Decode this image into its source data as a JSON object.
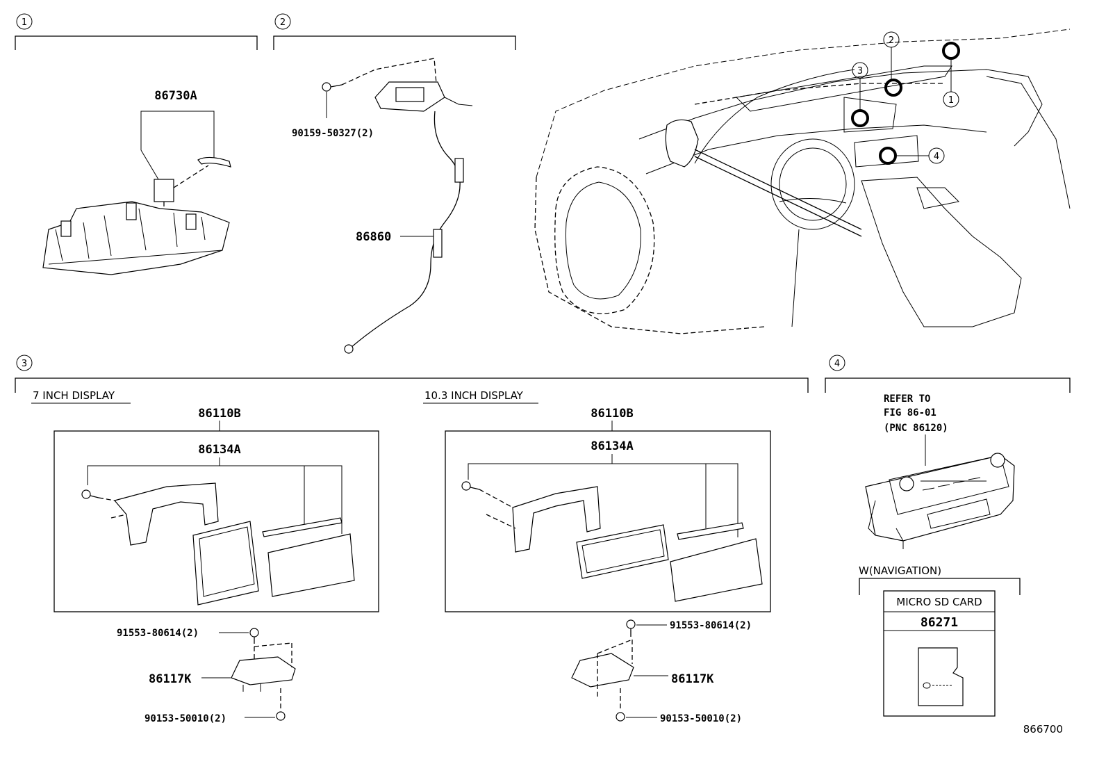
{
  "sections": {
    "s1": {
      "num": "1",
      "parts": {
        "p86730A": "86730A"
      }
    },
    "s2": {
      "num": "2",
      "parts": {
        "screw": "90159-50327(2)",
        "cable": "86860"
      }
    },
    "s3": {
      "num": "3",
      "left": {
        "subtitle": "7 INCH DISPLAY",
        "assembly": "86110B",
        "subassembly": "86134A",
        "screw_top": "91553-80614(2)",
        "bracket": "86117K",
        "screw_bottom": "90153-50010(2)"
      },
      "right": {
        "subtitle": "10.3 INCH DISPLAY",
        "assembly": "86110B",
        "subassembly": "86134A",
        "screw_top": "91553-80614(2)",
        "bracket": "86117K",
        "screw_bottom": "90153-50010(2)"
      }
    },
    "s4": {
      "num": "4",
      "refer_line1": "REFER TO",
      "refer_line2": "FIG 86-01",
      "refer_line3": "(PNC 86120)",
      "option_label": "W(NAVIGATION)",
      "card_title": "MICRO SD CARD",
      "card_part": "86271"
    }
  },
  "overview": {
    "callouts": [
      "1",
      "2",
      "3",
      "4"
    ]
  },
  "figure_id": "866700"
}
